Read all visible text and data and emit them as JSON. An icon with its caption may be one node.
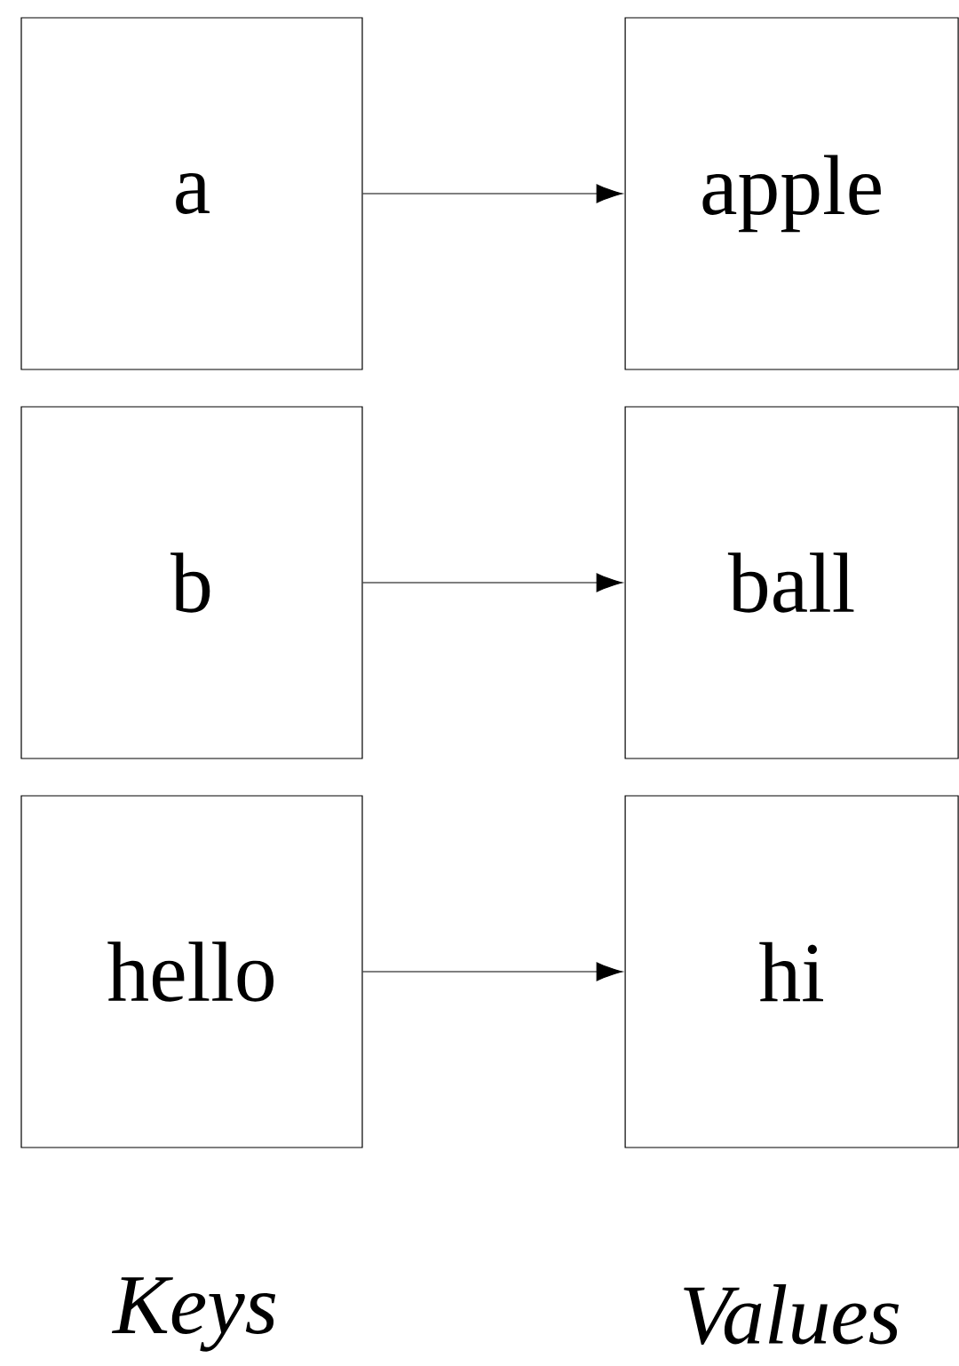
{
  "diagram": {
    "nodes": [
      {
        "text": [
          "a"
        ]
      },
      {
        "text": [
          "apple"
        ]
      },
      {
        "text": [
          "b"
        ]
      },
      {
        "text": [
          "ball"
        ]
      },
      {
        "text": [
          "hello"
        ]
      },
      {
        "text": [
          "hi"
        ]
      }
    ],
    "edges": [
      {
        "from": 0,
        "to": 1,
        "arrow": "to"
      },
      {
        "from": 2,
        "to": 3,
        "arrow": "to"
      },
      {
        "from": 4,
        "to": 5,
        "arrow": "to"
      }
    ],
    "labels": [
      "Keys",
      "Values"
    ]
  }
}
